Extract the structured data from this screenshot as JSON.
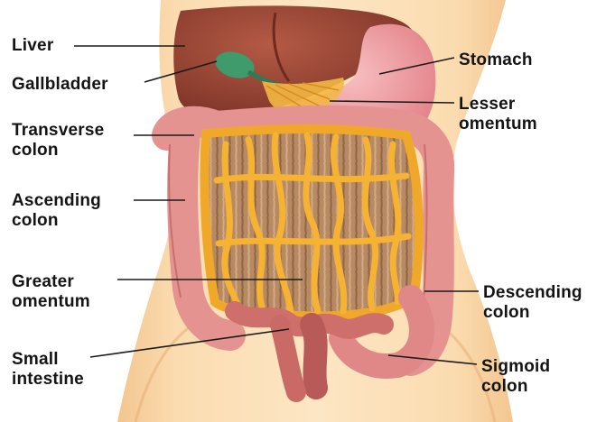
{
  "labels": {
    "liver": "Liver",
    "gallbladder": "Gallbladder",
    "transverse_colon": "Transverse\ncolon",
    "ascending_colon": "Ascending\ncolon",
    "greater_omentum": "Greater\nomentum",
    "small_intestine": "Small\nintestine",
    "stomach": "Stomach",
    "lesser_omentum": "Lesser\nomentum",
    "descending_colon": "Descending\ncolon",
    "sigmoid_colon": "Sigmoid\ncolon"
  },
  "colors": {
    "skin": "#f9d7a6",
    "skin_shade": "#eeb880",
    "liver": "#9c4a3a",
    "gallbladder": "#3f9a6c",
    "stomach": "#f09aa0",
    "colon": "#e59390",
    "omentum": "#f0a82a",
    "small_intestine": "#cf6f6c",
    "leader_line": "#1a1a1a"
  }
}
